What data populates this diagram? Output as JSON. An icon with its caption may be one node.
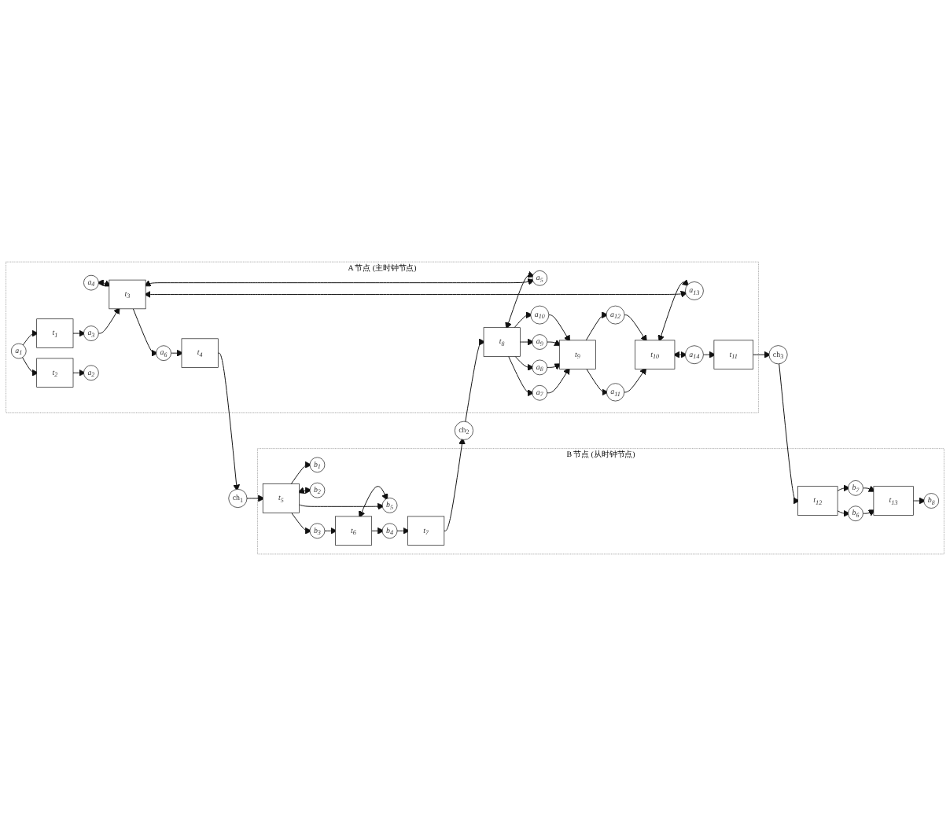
{
  "diagram": {
    "nodes": [
      {
        "text": [
          "A 节点 (主时钟节点)"
        ]
      },
      {
        "text": [
          "a$_{4}$"
        ],
        "in": 0
      },
      {
        "text": [
          "a$_{1}$"
        ],
        "in": 0
      },
      {
        "text": [
          "t$_{1}$"
        ],
        "in": 0
      },
      {
        "text": [
          "a$_{3}$"
        ],
        "in": 0
      },
      {
        "text": [
          "t$_{3}$"
        ],
        "in": 0
      },
      {
        "text": [
          "a$_{6}$"
        ],
        "in": 0
      },
      {
        "text": [
          "t$_{4}$"
        ],
        "in": 0
      },
      {
        "text": [
          "t$_{2}$"
        ],
        "in": 0
      },
      {
        "text": [
          "a$_{2}$"
        ],
        "in": 0
      },
      {
        "text": [
          "a$_{13}$"
        ],
        "in": 0
      },
      {
        "text": [
          "a$_{5}$"
        ],
        "in": 0
      },
      {
        "text": [
          "a$_{7}$"
        ],
        "in": 0
      },
      {
        "text": [
          "t$_{8}$"
        ],
        "in": 0
      },
      {
        "text": [
          "t$_{10}$"
        ],
        "in": 0
      },
      {
        "text": [
          "a$_{11}$"
        ],
        "in": 0
      },
      {
        "text": [
          "t$_{9}$"
        ],
        "in": 0
      },
      {
        "text": [
          "a$_{8}$"
        ],
        "in": 0
      },
      {
        "text": [
          "a$_{12}$"
        ],
        "in": 0
      },
      {
        "text": [
          "a$_{9}$"
        ],
        "in": 0
      },
      {
        "text": [
          "a$_{10}$"
        ],
        "in": 0
      },
      {
        "text": [
          "a$_{14}$"
        ],
        "in": 0
      },
      {
        "text": [
          "t$_{11}$"
        ],
        "in": 0
      },
      {
        "text": [
          "ch$_{1}$"
        ]
      },
      {
        "text": [
          "ch$_{2}$"
        ]
      },
      {
        "text": [
          "ch$_{3}$"
        ]
      },
      {
        "text": [
          "B 节点 (从时钟节点)"
        ]
      },
      {
        "text": [
          "b$_{1}$"
        ],
        "in": 26
      },
      {
        "text": [
          "t$_{5}$"
        ],
        "in": 26
      },
      {
        "text": [
          "b$_{2}$"
        ],
        "in": 26
      },
      {
        "text": [
          "b$_{3}$"
        ],
        "in": 26
      },
      {
        "text": [
          "b$_{5}$"
        ],
        "in": 26
      },
      {
        "text": [
          "t$_{6}$"
        ],
        "in": 26
      },
      {
        "text": [
          "t$_{7}$"
        ],
        "in": 26
      },
      {
        "text": [
          "b$_{4}$"
        ],
        "in": 26
      },
      {
        "text": [
          "t$_{12}$"
        ],
        "in": 26
      },
      {
        "text": [
          "b$_{6}$"
        ],
        "in": 26
      },
      {
        "text": [
          "t$_{13}$"
        ],
        "in": 26
      },
      {
        "text": [
          "b$_{8}$"
        ],
        "in": 26
      },
      {
        "text": [
          "b$_{7}$"
        ],
        "in": 26
      }
    ],
    "edges": [
      {
        "from": 2,
        "to": 3,
        "arrow": "to"
      },
      {
        "from": 2,
        "to": 8,
        "arrow": "to"
      },
      {
        "from": 3,
        "to": 4,
        "arrow": "to"
      },
      {
        "from": 4,
        "to": 5,
        "arrow": "to"
      },
      {
        "from": 1,
        "to": 5,
        "arrow": "both"
      },
      {
        "from": 5,
        "to": 6,
        "arrow": "to"
      },
      {
        "from": 6,
        "to": 7,
        "arrow": "to"
      },
      {
        "from": 7,
        "to": 23,
        "arrow": "to"
      },
      {
        "from": 8,
        "to": 9,
        "arrow": "to"
      },
      {
        "from": 5,
        "to": 10,
        "arrow": "both"
      },
      {
        "from": 5,
        "to": 11,
        "arrow": "both"
      },
      {
        "from": 13,
        "to": 11,
        "arrow": "both"
      },
      {
        "from": 13,
        "to": 12,
        "arrow": "to"
      },
      {
        "from": 13,
        "to": 17,
        "arrow": "to"
      },
      {
        "from": 13,
        "to": 19,
        "arrow": "to"
      },
      {
        "from": 13,
        "to": 20,
        "arrow": "to"
      },
      {
        "from": 12,
        "to": 16,
        "arrow": "to"
      },
      {
        "from": 17,
        "to": 16,
        "arrow": "to"
      },
      {
        "from": 19,
        "to": 16,
        "arrow": "to"
      },
      {
        "from": 20,
        "to": 16,
        "arrow": "to"
      },
      {
        "from": 16,
        "to": 15,
        "arrow": "to"
      },
      {
        "from": 16,
        "to": 18,
        "arrow": "to"
      },
      {
        "from": 15,
        "to": 14,
        "arrow": "to"
      },
      {
        "from": 18,
        "to": 14,
        "arrow": "to"
      },
      {
        "from": 14,
        "to": 10,
        "arrow": "both"
      },
      {
        "from": 14,
        "to": 21,
        "arrow": "both"
      },
      {
        "from": 21,
        "to": 22,
        "arrow": "to"
      },
      {
        "from": 22,
        "to": 25,
        "arrow": "to"
      },
      {
        "from": 23,
        "to": 28,
        "arrow": "to"
      },
      {
        "from": 28,
        "to": 27,
        "arrow": "to"
      },
      {
        "from": 28,
        "to": 29,
        "arrow": "both"
      },
      {
        "from": 28,
        "to": 30,
        "arrow": "to"
      },
      {
        "from": 28,
        "to": 31,
        "arrow": "to"
      },
      {
        "from": 30,
        "to": 32,
        "arrow": "to"
      },
      {
        "from": 32,
        "to": 31,
        "arrow": "both"
      },
      {
        "from": 32,
        "to": 34,
        "arrow": "to"
      },
      {
        "from": 34,
        "to": 33,
        "arrow": "to"
      },
      {
        "from": 33,
        "to": 24,
        "arrow": "to"
      },
      {
        "from": 24,
        "to": 13,
        "arrow": "to"
      },
      {
        "from": 25,
        "to": 35,
        "arrow": "to"
      },
      {
        "from": 35,
        "to": 36,
        "arrow": "to"
      },
      {
        "from": 35,
        "to": 39,
        "arrow": "to"
      },
      {
        "from": 36,
        "to": 37,
        "arrow": "to"
      },
      {
        "from": 39,
        "to": 37,
        "arrow": "to"
      },
      {
        "from": 37,
        "to": 38,
        "arrow": "to"
      }
    ]
  }
}
